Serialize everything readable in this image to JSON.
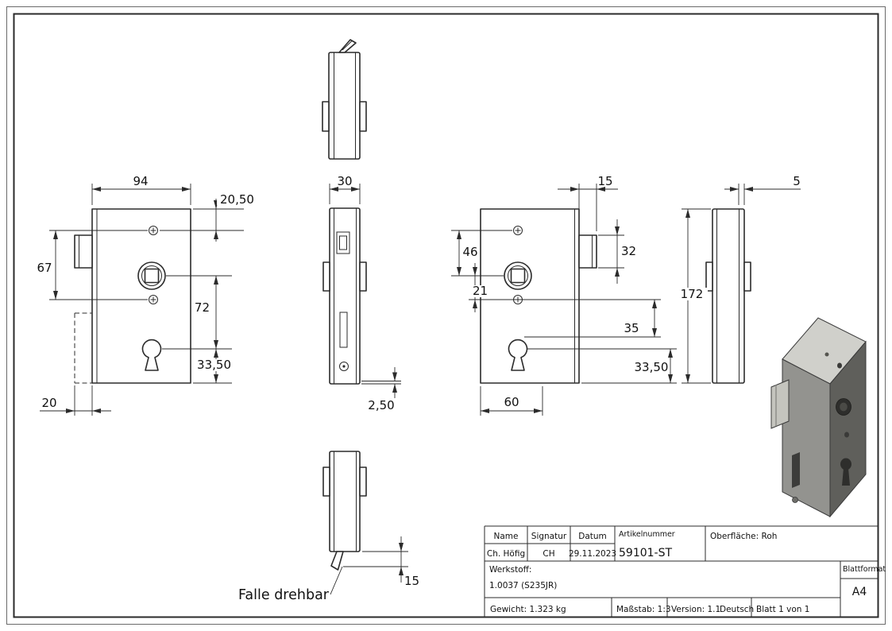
{
  "dimensions": {
    "front_left": {
      "width": "94",
      "top_to_screw": "20,50",
      "screw_spacing": "67",
      "spindle_to_keyhole": "72",
      "keyhole_to_bottom": "33,50",
      "latch_depth": "20"
    },
    "side_middle": {
      "depth": "30",
      "plate_thickness": "2,50"
    },
    "bottom": {
      "latch_protrusion": "15"
    },
    "front_right": {
      "latch_protrusion": "15",
      "screw_to_spindle": "46",
      "spindle_to_screw": "21",
      "latch_height": "32",
      "screw_to_keyhole": "35",
      "keyhole_to_bottom": "33,50",
      "backset": "60",
      "height": "172"
    },
    "side_right": {
      "cover_thickness": "5"
    }
  },
  "annotations": {
    "falle_drehbar": "Falle drehbar"
  },
  "title_block": {
    "headers": {
      "name": "Name",
      "signatur": "Signatur",
      "datum": "Datum",
      "artikelnummer": "Artikelnummer",
      "werkstoff": "Werkstoff:",
      "blattformat": "Blattformat"
    },
    "values": {
      "name": "Ch. Höfig",
      "signatur": "CH",
      "datum": "29.11.2023",
      "artikelnummer": "59101-ST",
      "oberflaeche": "Oberfläche:  Roh",
      "werkstoff": "1.0037 (S235JR)",
      "gewicht": "Gewicht: 1.323 kg",
      "massstab": "Maßstab: 1:3",
      "version": "Version: 1.1",
      "sprache": "Deutsch",
      "blatt": "Blatt 1 von 1",
      "blattformat": "A4"
    }
  }
}
